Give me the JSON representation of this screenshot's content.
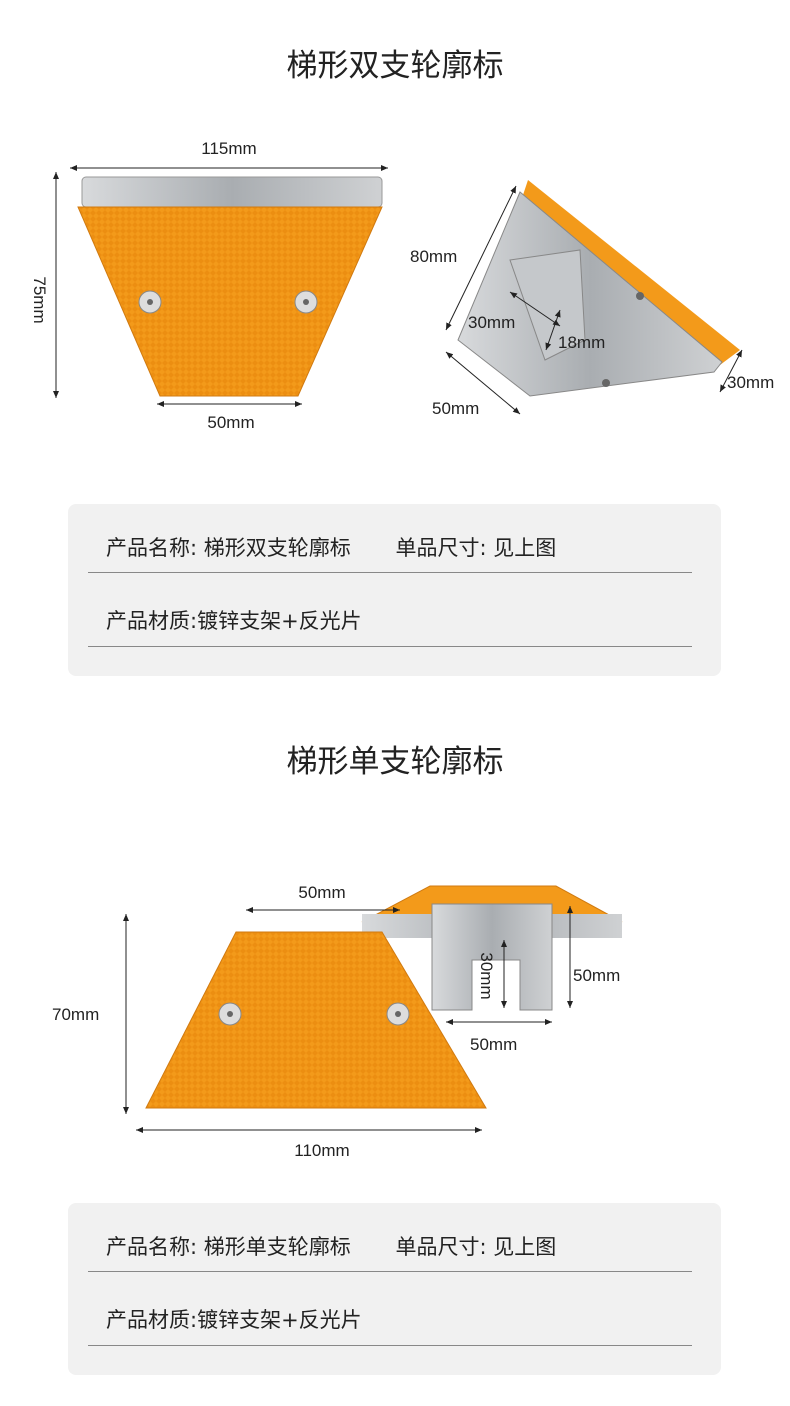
{
  "sections": [
    {
      "title": "梯形双支轮廓标",
      "dims": {
        "width_top": "115mm",
        "height": "75mm",
        "bottom": "50mm",
        "side_height": "80mm",
        "slot_w": "30mm",
        "slot_d": "18mm",
        "base": "50mm",
        "thick": "30mm"
      },
      "spec": {
        "name_label": "产品名称:",
        "name_value": "梯形双支轮廓标",
        "size_label": "单品尺寸:",
        "size_value": "见上图",
        "material_label": "产品材质:",
        "material_value": "镀锌支架+反光片"
      }
    },
    {
      "title": "梯形单支轮廓标",
      "dims": {
        "top": "50mm",
        "height": "70mm",
        "bottom": "110mm",
        "slot_depth": "30mm",
        "bracket_h": "50mm",
        "bracket_w": "50mm"
      },
      "spec": {
        "name_label": "产品名称:",
        "name_value": "梯形单支轮廓标",
        "size_label": "单品尺寸:",
        "size_value": "见上图",
        "material_label": "产品材质:",
        "material_value": "镀锌支架+反光片"
      }
    }
  ],
  "colors": {
    "reflector": "#f39a1a",
    "bracket": "#b9bcc0",
    "box": "#f1f1f1"
  }
}
